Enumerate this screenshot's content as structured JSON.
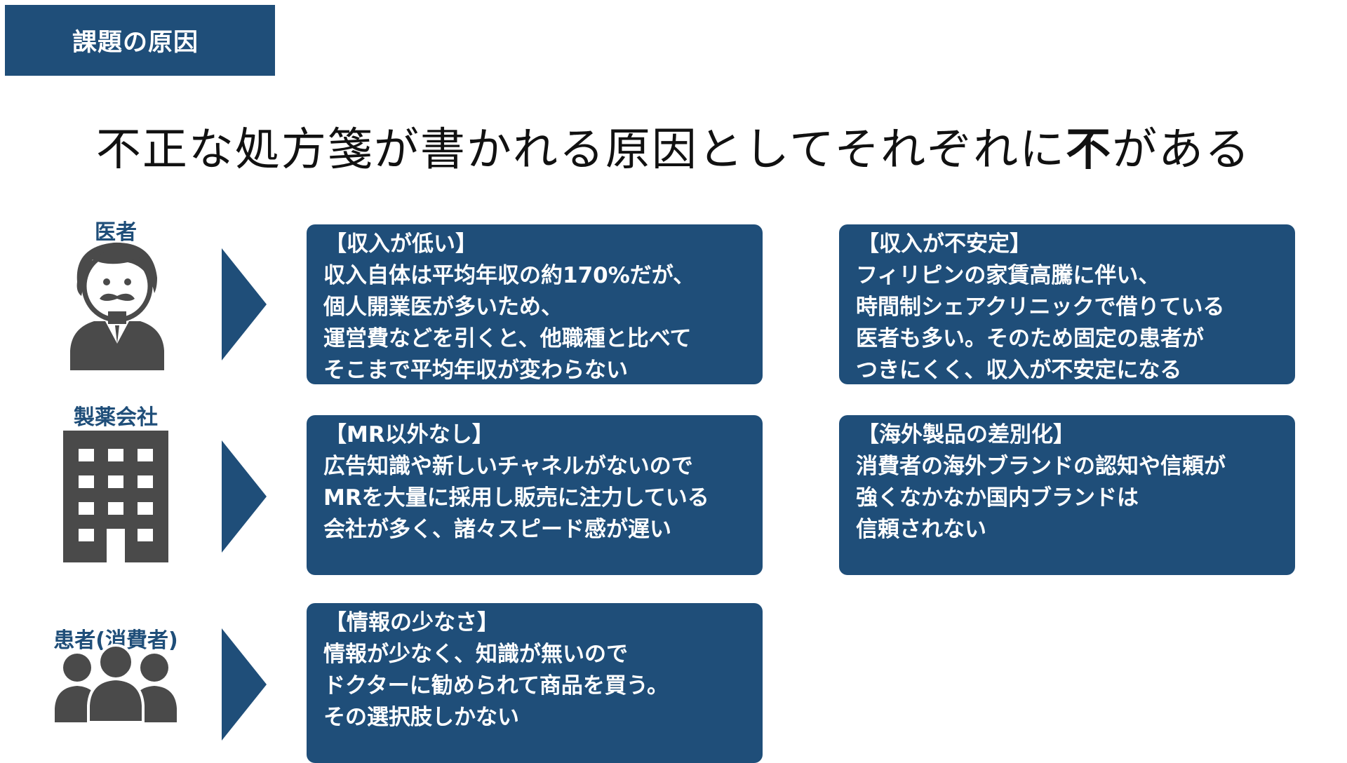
{
  "section_tag": "課題の原因",
  "headline": {
    "before": "不正な処方箋が書かれる原因としてそれぞれに",
    "emphasis": "不",
    "after": "がある"
  },
  "actors": [
    {
      "label": "医者",
      "icon": "doctor-icon",
      "cards": [
        {
          "title": "【収入が低い】",
          "lines": [
            "収入自体は平均年収の約170%だが、",
            "個人開業医が多いため、",
            "運営費などを引くと、他職種と比べて",
            "そこまで平均年収が変わらない"
          ]
        },
        {
          "title": "【収入が不安定】",
          "lines": [
            "フィリピンの家賃高騰に伴い、",
            "時間制シェアクリニックで借りている",
            "医者も多い。そのため固定の患者が",
            "つきにくく、収入が不安定になる"
          ]
        }
      ]
    },
    {
      "label": "製薬会社",
      "icon": "building-icon",
      "cards": [
        {
          "title": "【MR以外なし】",
          "lines": [
            "広告知識や新しいチャネルがないので",
            "MRを大量に採用し販売に注力している",
            "会社が多く、諸々スピード感が遅い"
          ]
        },
        {
          "title": "【海外製品の差別化】",
          "lines": [
            "消費者の海外ブランドの認知や信頼が",
            "強くなかなか国内ブランドは",
            "信頼されない"
          ]
        }
      ]
    },
    {
      "label": "患者(消費者)",
      "icon": "people-group-icon",
      "cards": [
        {
          "title": "【情報の少なさ】",
          "lines": [
            "情報が少なく、知識が無いので",
            "ドクターに勧められて商品を買う。",
            "その選択肢しかない"
          ]
        }
      ]
    }
  ],
  "colors": {
    "primary": "#1f4e79",
    "icon_gray": "#4a4a4a",
    "text": "#111111",
    "card_text": "#ffffff"
  }
}
